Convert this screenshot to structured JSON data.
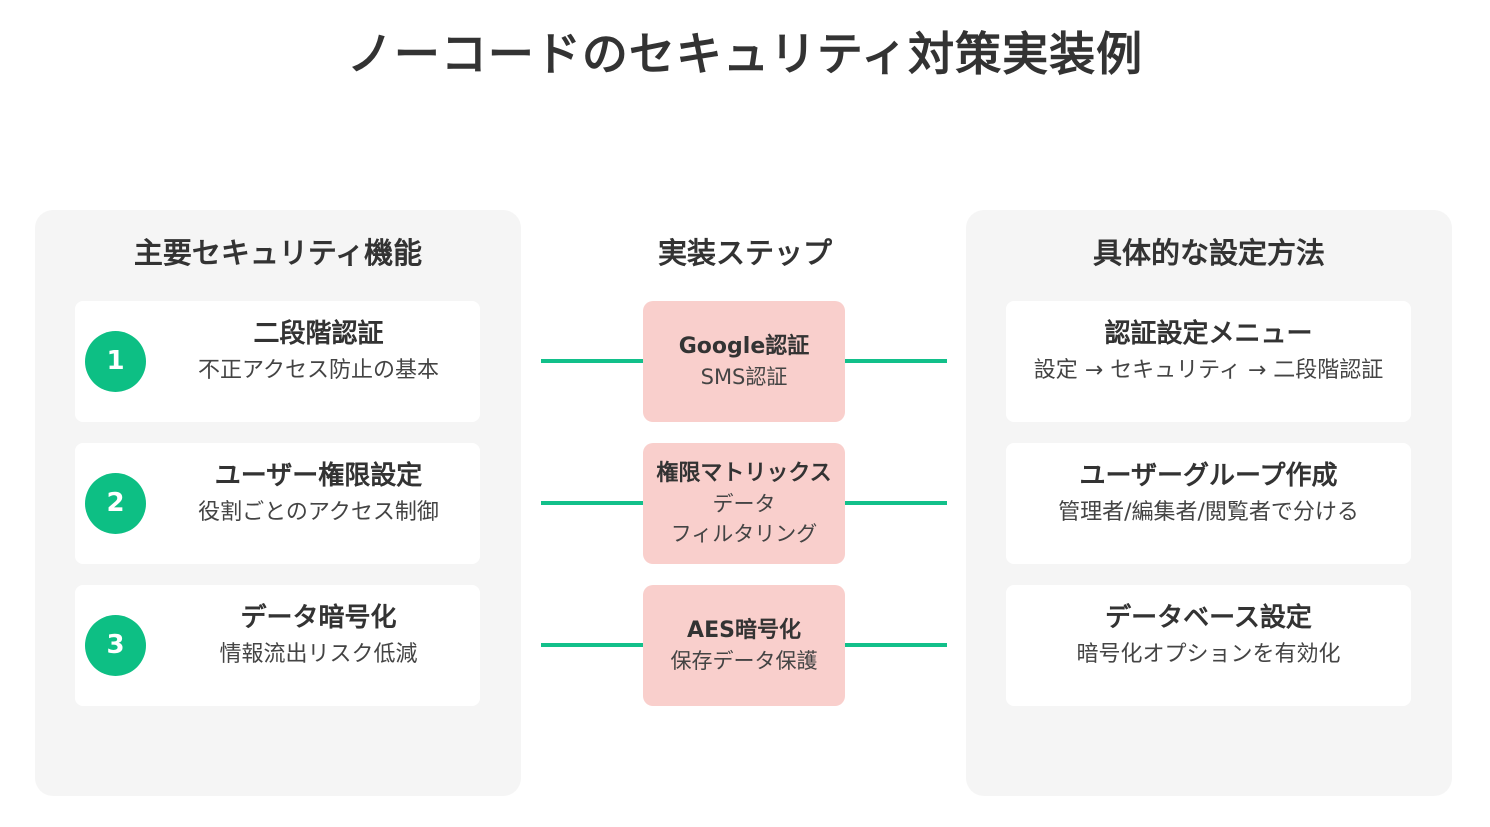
{
  "title": "ノーコードのセキュリティ対策実装例",
  "left_panel": {
    "title": "主要セキュリティ機能",
    "items": [
      {
        "number": "1",
        "title": "二段階認証",
        "subtitle": "不正アクセス防止の基本"
      },
      {
        "number": "2",
        "title": "ユーザー権限設定",
        "subtitle": "役割ごとのアクセス制御"
      },
      {
        "number": "3",
        "title": "データ暗号化",
        "subtitle": "情報流出リスク低減"
      }
    ]
  },
  "center": {
    "title": "実装ステップ",
    "steps": [
      {
        "title": "Google認証",
        "lines": [
          "SMS認証"
        ]
      },
      {
        "title": "権限マトリックス",
        "lines": [
          "データ",
          "フィルタリング"
        ]
      },
      {
        "title": "AES暗号化",
        "lines": [
          "保存データ保護"
        ]
      }
    ]
  },
  "right_panel": {
    "title": "具体的な設定方法",
    "items": [
      {
        "title": "認証設定メニュー",
        "subtitle": "設定 → セキュリティ → 二段階認証"
      },
      {
        "title": "ユーザーグループ作成",
        "subtitle": "管理者/編集者/閲覧者で分ける"
      },
      {
        "title": "データベース設定",
        "subtitle": "暗号化オプションを有効化"
      }
    ]
  },
  "colors": {
    "accent_green": "#0dbf84",
    "step_pink": "#f9cfcc",
    "panel_gray": "#f5f5f5",
    "text_dark": "#333333"
  }
}
